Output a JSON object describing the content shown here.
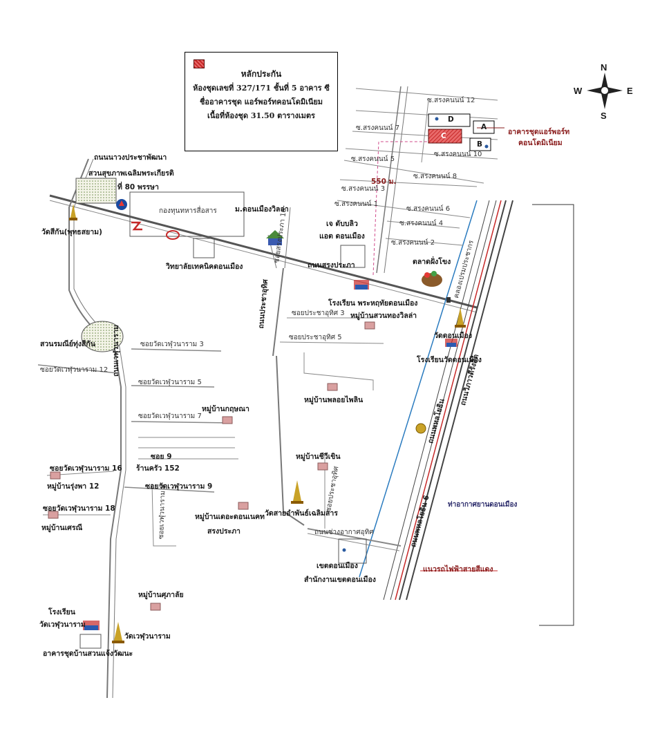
{
  "legend": {
    "title": "หลักประกัน",
    "line1": "ห้องชุดเลขที่ 327/171 ชั้นที่ 5 อาคาร ซี",
    "line2": "ชื่ออาคารชุด แอร์พอร์ทคอนโดมิเนียม",
    "line3": "เนื้อที่ห้องชุด 31.50 ตารางเมตร",
    "swatch_color": "#c62828"
  },
  "compass": {
    "n": "N",
    "s": "S",
    "e": "E",
    "w": "W"
  },
  "buildings": {
    "a": "A",
    "b": "B",
    "c": "C",
    "d": "D"
  },
  "distance": "550 ม.",
  "labels": {
    "condo_name_1": "อาคารชุดแอร์พอร์ท",
    "condo_name_2": "คอนโดมิเนียม",
    "soi_12": "ซ.สรงคนนน์ 12",
    "soi_7": "ซ.สรงคนนน์ 7",
    "soi_10": "ซ.สรงคนนน์ 10",
    "soi_5": "ซ.สรงคนนน์ 5",
    "soi_8": "ซ.สรงคนนน์ 8",
    "soi_3": "ซ.สรงคนนน์ 3",
    "soi_1": "ซ.สรงคนนน์ 1",
    "soi_6": "ซ.สรงคนนน์ 6",
    "soi_4": "ซ.สรงคนนน์ 4",
    "soi_2": "ซ.สรงคนนน์ 2",
    "road_songprapa_n": "ถนนสรงประภา",
    "road_nawa_pracha": "ถนนนาวงประชาพัฒนา",
    "suan_sukhaphap": "สวนสุขภาพเฉลิมพระเกียรติ",
    "ptt": "ปตท",
    "ti80": "ที่ 80 พรรษา",
    "wat_sikan": "วัดสีกัน(พุทธสยาม)",
    "army_fund": "กองทุนทหารสื่อสาร",
    "m_donmueang_villa": "ม.ดอนเมืองวิลล่า",
    "soi_songprapa_16": "ซอยสรงประภา 16",
    "jj_town": "เจ ดับบลิว",
    "at_donmueang": "แอต ดอนเมือง",
    "tech_college": "วิทยาลัยเทคนิคดอนเมือง",
    "road_songprapa": "ถนนสรงประภา",
    "talad": "ตลาดฝั่งโขง",
    "canal": "คลองเปรมประชากร",
    "school_phrahruthai": "โรงเรียน พระหฤทัยดอนเมือง",
    "moo_suanthong": "หมู่บ้านสวนทองวิลล่า",
    "road_pracha_uthit": "ถนนประชาอุทิศ",
    "soi_pracha_3": "ซอยประชาอุทิศ 3",
    "soi_pracha_5": "ซอยประชาอุทิศ 5",
    "wat_donmueang": "วัดดอนเมือง",
    "school_wat_donmueang": "โรงเรียนวัดดอนเมือง",
    "road_vibhavadi": "ถนนวิภาวดีรังสิต",
    "suan_rom_yen": "สวนรมณีย์ทุ่งสีกัน",
    "soi_wat_3": "ซอยวัดเวฬุวนาราม 3",
    "soi_wat_12": "ซอยวัดเวฬุวนาราม 12",
    "soi_wat_5": "ซอยวัดเวฬุวนาราม 5",
    "soi_wat_7": "ซอยวัดเวฬุวนาราม 7",
    "road_sikan": "ถนนเวฬุวนาราม",
    "moo_pholoyphin": "หมู่บ้านพลอยไพลิน",
    "moo_kritsana": "หมู่บ้านกฤษณา",
    "road_phahonyothin": "ถนนพหลโยธิน",
    "soi_9": "ซอย 9",
    "soi_wat_16": "ซอยวัดเวฬุวนาราม 16",
    "ran_khrua": "ร้านครัว 152",
    "moo_chiwin": "หมู่บ้านชีวีเขิน",
    "moo_sutha": "หมู่บ้านรุ่งพา 12",
    "soi_wat_9": "ซอยวัดเวฬุวนาราม 9",
    "soi_9_vert": "ซอยเวฬุวนาราม 9",
    "soi_wat_18": "ซอยวัดเวฬุวนาราม 18",
    "moo_sri": "หมู่บ้านเศรณี",
    "moo_donmueang_nakhon": "หมู่บ้านเดอะดอนเนคท",
    "songprapa": "สรงประภา",
    "wat_sai_amphan": "วัดสายอำพันธ์เฉลิมสาร",
    "soi_pracha_vert": "ซอยประชาอุทิศ",
    "road_changwattana": "ถนนช่างอากาศอุทิศ",
    "airport_dm": "ท่าอากาศยานดอนเมือง",
    "khet": "เขตดอนเมือง",
    "office": "สำนักงานเขตดอนเมือง",
    "red_line": "แนวรถไฟฟ้าสายสีแดง",
    "moo_suphalai": "หมู่บ้านศุภาลัย",
    "school_1": "โรงเรียน",
    "school_2": "วัดเวฬุวนาราม",
    "wat_welu": "วัดเวฬุวนาราม",
    "condo_suan": "อาคารชุดบ้านสวนแจ้งวัฒนะ",
    "soi_pahon_6": "ถนนพหลโยธิน 6"
  }
}
